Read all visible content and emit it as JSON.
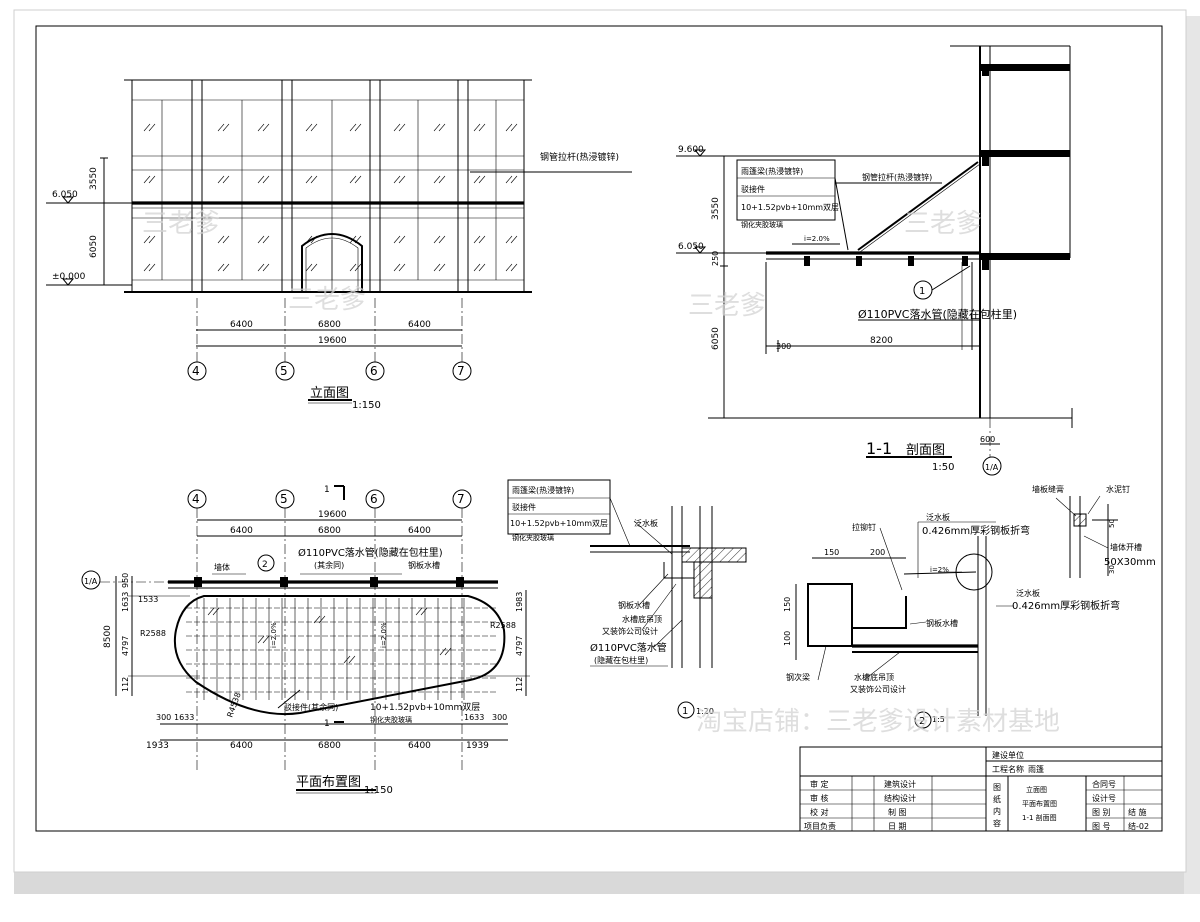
{
  "elevation": {
    "title": "立面图",
    "scale": "1:150",
    "levels": [
      "6.050",
      "±0.000"
    ],
    "heights": [
      "3550",
      "6050"
    ],
    "spans": [
      "6400",
      "6800",
      "6400"
    ],
    "total": "19600",
    "axes": [
      "4",
      "5",
      "6",
      "7"
    ],
    "note_rod": "钢管拉杆(热浸镀锌)"
  },
  "section": {
    "title": "1-1",
    "title_suffix": "剖面图",
    "scale": "1:50",
    "levels": [
      "9.600",
      "6.050"
    ],
    "heights": [
      "3550",
      "250",
      "6050"
    ],
    "layers": [
      "雨篷梁(热浸镀锌)",
      "驳接件",
      "10+1.52pvb+10mm双层",
      "钢化夹胶玻璃"
    ],
    "rod_label": "钢管拉杆(热浸镀锌)",
    "slope": "i=2.0%",
    "pipe_label": "Ø110PVC落水管(隐藏在包柱里)",
    "detail_ref": "1",
    "dim_300": "300",
    "dim_8200": "8200",
    "dim_600": "600",
    "axis": "1/A"
  },
  "plan": {
    "title": "平面布置图",
    "scale": "1:150",
    "axes_top": [
      "4",
      "5",
      "6",
      "7"
    ],
    "axis_left": "1/A",
    "total": "19600",
    "spans": [
      "6400",
      "6800",
      "6400"
    ],
    "bottom_dims": [
      "1933",
      "6400",
      "6800",
      "6400",
      "1939"
    ],
    "left_dims": [
      "950",
      "1633",
      "1533",
      "4797",
      "112",
      "300",
      "1633"
    ],
    "left_total": "8500",
    "right_dims": [
      "1983",
      "4797",
      "112",
      "1633",
      "300"
    ],
    "radii": [
      "R2588",
      "R2588",
      "R4538"
    ],
    "labels": {
      "wall": "墙体",
      "pipe": "Ø110PVC落水管(隐藏在包柱里)",
      "same": "(其余同)",
      "gutter": "钢板水槽",
      "connector": "驳接件(其余同)",
      "glass": "10+1.52pvb+10mm双层",
      "glass2": "钢化夹胶玻璃",
      "section_mark": "1",
      "slope": "i=2.0%",
      "detail": "2"
    }
  },
  "detail1": {
    "scale": "1:20",
    "num": "1",
    "layers": [
      "雨篷梁(热浸镀锌)",
      "驳接件",
      "10+1.52pvb+10mm双层",
      "钢化夹胶玻璃"
    ],
    "flashing": "泛水板",
    "gutter": "钢板水槽",
    "ceiling1": "水槽底吊顶",
    "ceiling2": "又装饰公司设计",
    "pipe1": "Ø110PVC落水管",
    "pipe2": "(隐藏在包柱里)"
  },
  "detail2": {
    "scale": "1:5",
    "num": "2",
    "rivet": "拉铆钉",
    "flashing": "泛水板",
    "spec": "0.426mm厚彩钢板折弯",
    "slope": "i=2%",
    "dims": [
      "150",
      "200",
      "150",
      "100"
    ],
    "gutter": "钢板水槽",
    "beam": "钢次梁",
    "ceiling1": "水槽底吊顶",
    "ceiling2": "又装饰公司设计"
  },
  "detail3": {
    "seal": "墙板缝膏",
    "nail": "水泥钉",
    "groove": "墙体开槽",
    "groove_size": "50X30mm",
    "dims": [
      "50",
      "30"
    ]
  },
  "watermarks": {
    "short": "三老爹",
    "long": "淘宝店铺：三老爹设计素材基地"
  },
  "titleblock": {
    "unit_label": "建设单位",
    "project_label": "工程名称",
    "project_name": "雨篷",
    "rows": [
      {
        "role": "审 定",
        "item": "建筑设计"
      },
      {
        "role": "审 核",
        "item": "结构设计"
      },
      {
        "role": "校 对",
        "item": "制 图"
      },
      {
        "role": "项目负责",
        "item": "日 期"
      }
    ],
    "content_label": [
      "图",
      "纸",
      "内",
      "容"
    ],
    "contents": [
      "立面图",
      "平面布置图",
      "1-1 剖面图"
    ],
    "right_rows": [
      {
        "label": "合同号",
        "value": ""
      },
      {
        "label": "设计号",
        "value": ""
      },
      {
        "label": "图 别",
        "value": "结 施"
      },
      {
        "label": "图 号",
        "value": "结-02"
      }
    ]
  }
}
